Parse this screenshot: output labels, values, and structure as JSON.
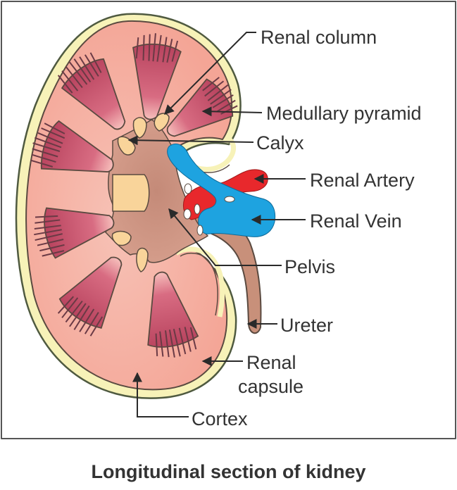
{
  "figure": {
    "caption": "Longitudinal section of kidney",
    "labels": {
      "renal_column": "Renal column",
      "medullary_pyramid": "Medullary pyramid",
      "calyx": "Calyx",
      "renal_artery": "Renal Artery",
      "renal_vein": "Renal Vein",
      "pelvis": "Pelvis",
      "ureter": "Ureter",
      "renal_capsule_line1": "Renal",
      "renal_capsule_line2": "capsule",
      "cortex": "Cortex"
    },
    "colors": {
      "capsule": "#f7f2b8",
      "cortex": "#f4a79c",
      "cortex_light": "#f6b8ac",
      "pyramid": "#c9506b",
      "pyramid_tip": "#f7b8b8",
      "calyx": "#f9d49a",
      "pelvis": "#c8907a",
      "artery": "#e8282c",
      "vein": "#1ea3e0",
      "outline": "#5a4a40",
      "label_text": "#333333"
    }
  }
}
